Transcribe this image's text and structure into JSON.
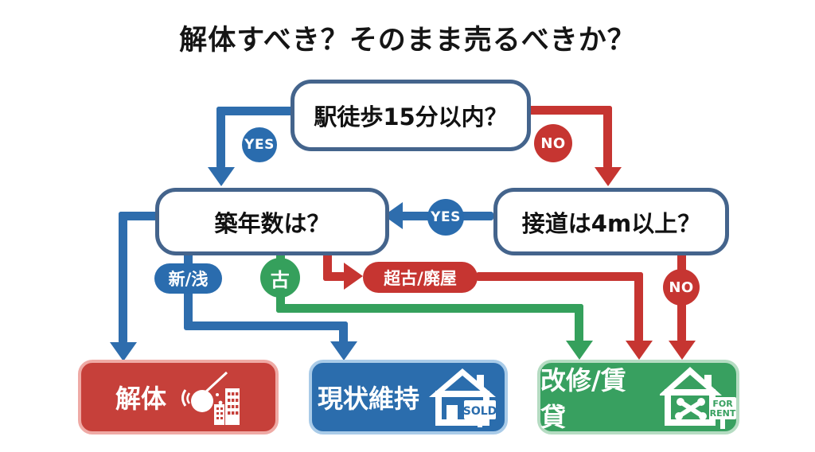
{
  "title": "解体すべき？そのまま売るべきか？",
  "nodes": {
    "q_station": {
      "label": "駅徒歩15分以内？"
    },
    "q_age": {
      "label": "築年数は？"
    },
    "q_road": {
      "label": "接道は4m以上？"
    }
  },
  "edge_labels": {
    "station_yes": "YES",
    "station_no": "NO",
    "road_yes": "YES",
    "road_no": "NO",
    "age_new": "新/浅",
    "age_old": "古",
    "age_ruin": "超古/廃屋"
  },
  "outcomes": {
    "demolish": {
      "label": "解体",
      "icon": "wrecking-ball-building-icon"
    },
    "keep": {
      "label": "現状維持",
      "icon": "house-sold-sign-icon",
      "sign": "SOLD"
    },
    "renovate": {
      "label": "改修/賃貸",
      "icon": "house-tools-rent-sign-icon",
      "sign": [
        "FOR",
        "RENT"
      ]
    }
  },
  "edges": [
    {
      "from": "q_station",
      "label": "YES",
      "to": "q_age",
      "color": "blue"
    },
    {
      "from": "q_station",
      "label": "NO",
      "to": "q_road",
      "color": "red"
    },
    {
      "from": "q_road",
      "label": "YES",
      "to": "q_age",
      "color": "blue"
    },
    {
      "from": "q_road",
      "label": "NO",
      "to": "renovate",
      "color": "red"
    },
    {
      "from": "q_age",
      "label": "",
      "to": "demolish",
      "color": "blue"
    },
    {
      "from": "q_age",
      "label": "新/浅",
      "to": "keep",
      "color": "blue"
    },
    {
      "from": "q_age",
      "label": "古",
      "to": "renovate",
      "color": "green"
    },
    {
      "from": "q_age",
      "label": "超古/廃屋",
      "to": "renovate",
      "color": "red"
    }
  ],
  "colors": {
    "blue": "#2e6dad",
    "red": "#c63531",
    "green": "#35a05c",
    "box_border": "#44648c",
    "outcome_red": "#c6403a",
    "outcome_blue": "#2b6dad",
    "outcome_green": "#38a060",
    "text_black": "#151515",
    "background": "#ffffff"
  }
}
